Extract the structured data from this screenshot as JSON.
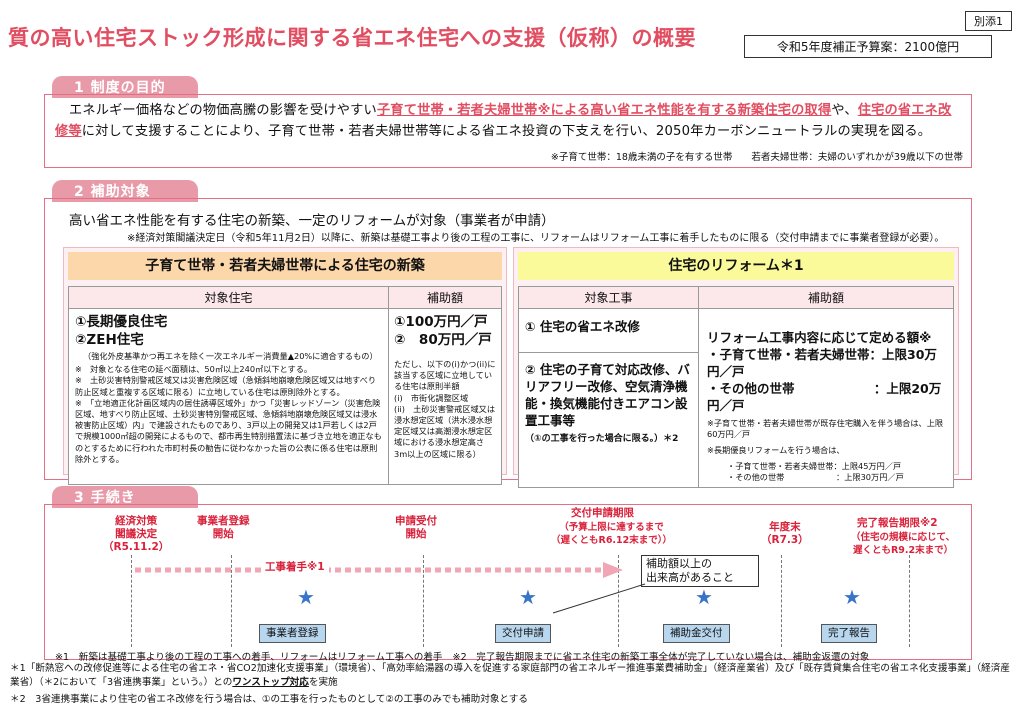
{
  "title": "質の高い住宅ストック形成に関する省エネ住宅への支援（仮称）の概要",
  "annex": "別添1",
  "budget": "令和5年度補正予算案：2100億円",
  "s1": {
    "heading": "1 制度の目的",
    "t1": "エネルギー価格などの物価高騰の影響を受けやすい",
    "h1": "子育て世帯・若者夫婦世帯※による高い省エネ性能を有する新築住宅の取得",
    "t2": "や、",
    "h2": "住宅の省エネ改修等",
    "t3": "に対して支援することにより、子育て世帯・若者夫婦世帯等による省エネ投資の下支えを行い、2050年カーボンニュートラルの実現を図る。",
    "note": "※子育て世帯：18歳未満の子を有する世帯　　若者夫婦世帯：夫婦のいずれかが39歳以下の世帯"
  },
  "s2": {
    "heading": "2 補助対象",
    "lead": "高い省エネ性能を有する住宅の新築、一定のリフォームが対象（事業者が申請）",
    "note": "※経済対策閣議決定日（令和5年11月2日）以降に、新築は基礎工事より後の工程の工事に、リフォームはリフォーム工事に着手したものに限る（交付申請までに事業者登録が必要）。",
    "new": {
      "title": "子育て世帯・若者夫婦世帯による住宅の新築",
      "col1": "対象住宅",
      "col2": "補助額",
      "item1": "①長期優良住宅",
      "item2": "②ZEH住宅",
      "zehnote": "（強化外皮基準かつ再エネを除く一次エネルギー消費量▲20%に適合するもの）",
      "notes": [
        "※　対象となる住宅の延べ面積は、50㎡以上240㎡以下とする。",
        "※　土砂災害特別警戒区域又は災害危険区域（急傾斜地崩壊危険区域又は地すべり防止区域と重複する区域に限る）に立地している住宅は原則除外とする。",
        "※　「立地適正化計画区域内の居住誘導区域外」かつ「災害レッドゾーン（災害危険区域、地すべり防止区域、土砂災害特別警戒区域、急傾斜地崩壊危険区域又は浸水被害防止区域）内」で建設されたものであり、3戸以上の開発又は1戸若しくは2戸で規模1000㎡超の開発によるもので、都市再生特別措置法に基づき立地を適正なものとするために行われた市町村長の勧告に従わなかった旨の公表に係る住宅は原則除外とする。"
      ],
      "amt1": "①100万円／戸",
      "amt2": "②　80万円／戸",
      "amtnote": "ただし、以下の(i)かつ(ii)に該当する区域に立地している住宅は原則半額",
      "amti": "(i)　市街化調整区域",
      "amtii": "(ii)　土砂災害警戒区域又は浸水想定区域（洪水浸水想定区域又は高潮浸水想定区域における浸水想定高さ3m以上の区域に限る）"
    },
    "ref": {
      "title": "住宅のリフォーム＊1",
      "col1": "対象工事",
      "col2": "補助額",
      "w1": "① 住宅の省エネ改修",
      "w2": "② 住宅の子育て対応改修、バリアフリー改修、空気清浄機能・換気機能付きエアコン設置工事等",
      "w2note": "（①の工事を行った場合に限る。）＊2",
      "amttitle": "リフォーム工事内容に応じて定める額※",
      "amt1": "・子育て世帯・若者夫婦世帯：上限30万円／戸",
      "amt2": "・その他の世帯　　　　　　 ：上限20万円／戸",
      "n1": "※子育て世帯・若者夫婦世帯が既存住宅購入を伴う場合は、上限60万円／戸",
      "n2": "※長期優良リフォームを行う場合は、",
      "n3": "・子育て世帯・若者夫婦世帯：上限45万円／戸",
      "n4": "・その他の世帯　　　　　　 ：上限30万円／戸"
    }
  },
  "s3": {
    "heading": "3 手続き",
    "e1": "経済対策\n閣議決定\n（R5.11.2）",
    "e2": "事業者登録\n開始",
    "e3": "申請受付\n開始",
    "e4a": "交付申請期限",
    "e4b": "（予算上限に達するまで\n（遅くともR6.12末まで））",
    "e5": "年度末\n（R7.3）",
    "e6a": "完了報告期限※2",
    "e6b": "（住宅の規模に応じて、\n遅くともR9.2末まで）",
    "arrow": "工事着手※1",
    "callout": "補助額以上の\n出来高があること",
    "p1": "事業者登録",
    "p2": "交付申請",
    "p3": "補助金交付",
    "p4": "完了報告",
    "note1": "※1　新築は基礎工事より後の工程の工事への着手、リフォームはリフォーム工事への着手",
    "note2": "※2　完了報告期限までに省エネ住宅の新築工事全体が完了していない場合は、補助金返還の対象"
  },
  "foot": {
    "l1": "＊1「断熱窓への改修促進等による住宅の省エネ・省CO2加速化支援事業」（環境省）、「高効率給湯器の導入を促進する家庭部門の省エネルギー推進事業費補助金」（経済産業省）及び「既存賃貸集合住宅の省エネ化支援事業」（経済産業省）（＊2において「3省連携事業」という。）との",
    "l1b": "ワンストップ対応",
    "l1c": "を実施",
    "l2": "＊2　3省連携事業により住宅の省エネ改修を行う場合は、①の工事を行ったものとして②の工事のみでも補助対象とする"
  }
}
